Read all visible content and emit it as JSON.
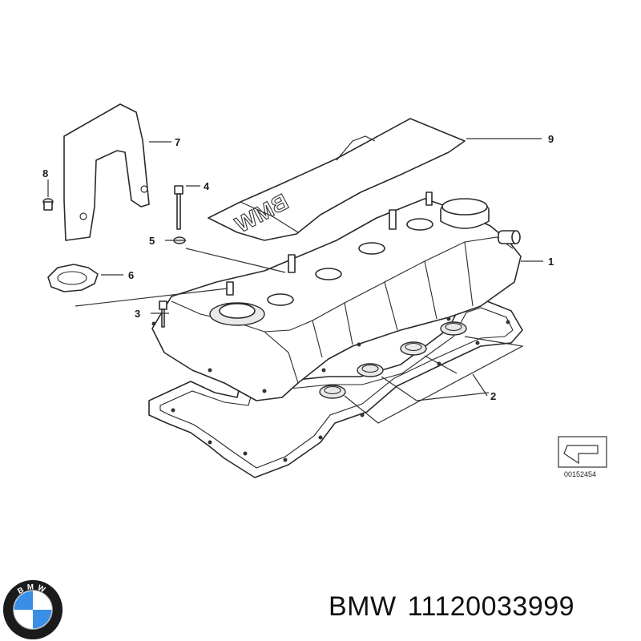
{
  "diagram": {
    "callouts": [
      {
        "id": "c1",
        "label": "1"
      },
      {
        "id": "c2",
        "label": "2"
      },
      {
        "id": "c3",
        "label": "3"
      },
      {
        "id": "c4",
        "label": "4"
      },
      {
        "id": "c5",
        "label": "5"
      },
      {
        "id": "c6",
        "label": "6"
      },
      {
        "id": "c7",
        "label": "7"
      },
      {
        "id": "c8",
        "label": "8"
      },
      {
        "id": "c9",
        "label": "9"
      }
    ],
    "reference_number": "00152454",
    "cover_lettering": "BMW"
  },
  "caption": {
    "brand": "BMW",
    "part_number": "11120033999"
  },
  "logo": {
    "lettering": "BMW",
    "colors": {
      "ring": "#1b1b1b",
      "blue": "#3a8ee6",
      "white": "#ffffff"
    }
  }
}
